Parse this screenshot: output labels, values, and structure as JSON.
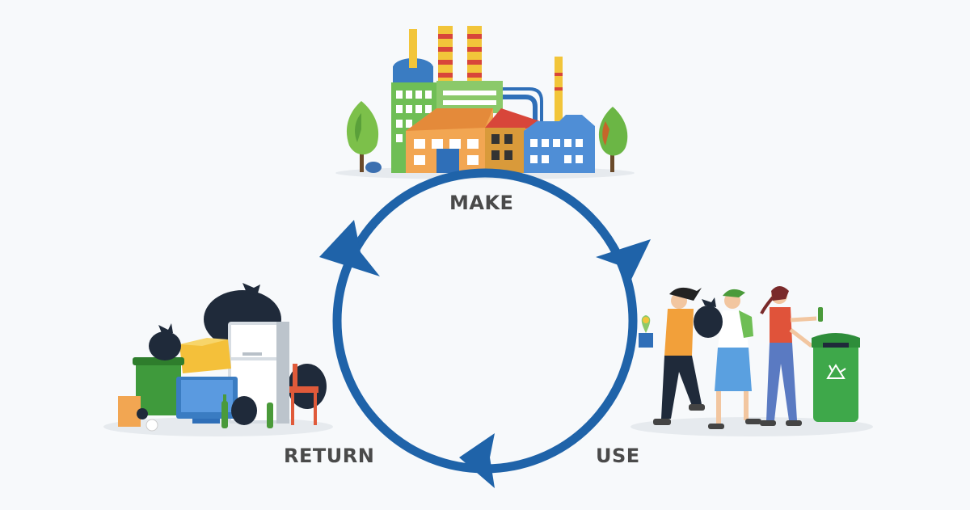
{
  "diagram": {
    "stages": {
      "make": "MAKE",
      "use": "USE",
      "return": "RETURN"
    },
    "colors": {
      "cycle": "#1f63a9",
      "background": "#f7f9fb",
      "label": "#4a4a4a",
      "recycle_bin": "#3ea84a"
    },
    "icons": [
      "factory-icon",
      "people-recycling-icon",
      "waste-pile-icon",
      "recycle-symbol-icon"
    ]
  }
}
